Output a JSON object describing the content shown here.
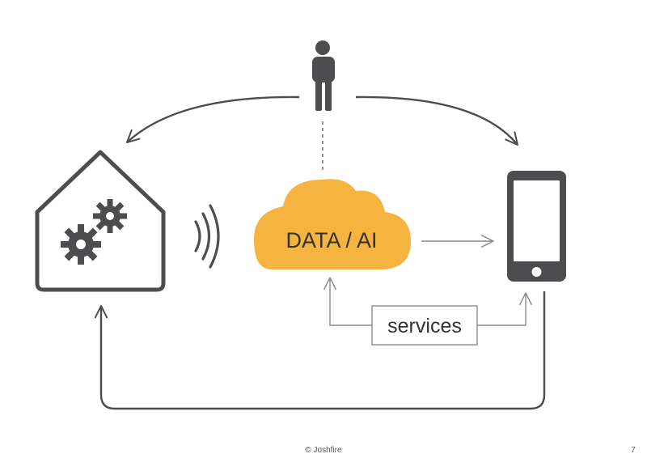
{
  "diagram": {
    "cloud_label": "DATA / AI",
    "services_label": "services",
    "footer": "© Joshfire",
    "page_number": "7"
  },
  "icons": {
    "person": "person-icon",
    "house": "smart-home-gears-icon",
    "signal": "wireless-signal-icon",
    "cloud": "cloud-icon",
    "phone": "smartphone-icon"
  },
  "colors": {
    "stroke": "#4d4d4f",
    "cloud": "#f5b33f",
    "thin_line": "#8a8a8a"
  }
}
